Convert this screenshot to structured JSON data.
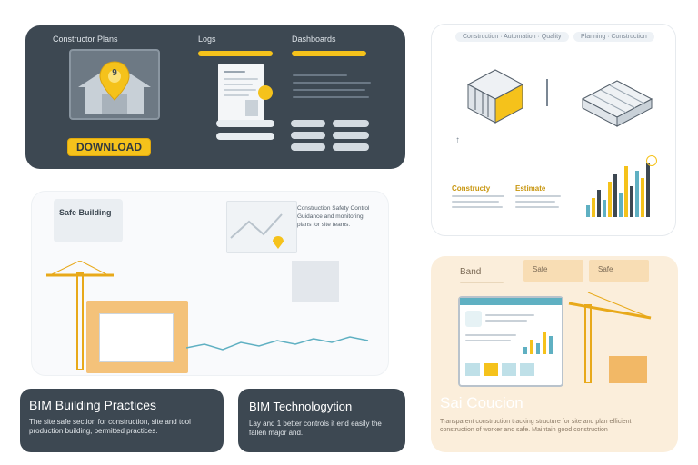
{
  "panel_top_left": {
    "title": "Constructor Plans",
    "col2": "Logs",
    "col3": "Dashboards",
    "download": "DOWNLOAD",
    "badge": "9"
  },
  "panel_top_right": {
    "chip_left": "Construction · Automation · Quality",
    "chip_right": "Planning · Construction",
    "label_a": "Constructy",
    "label_b": "Estimate"
  },
  "panel_middle": {
    "section_title": "Safe Building",
    "blurb": "Construction Safety Control Guidance and monitoring plans for site teams."
  },
  "card_bim_practices": {
    "title": "BIM Building Practices",
    "body": "The site safe section for construction, site and tool production building, permitted practices."
  },
  "card_bim_technology": {
    "title": "BIM Technologytion",
    "body": "Lay and 1 better controls it end easily the fallen major and."
  },
  "panel_bottom_right": {
    "top_label": "Band",
    "tab1": "Safe",
    "tab2": "Safe",
    "title": "Sai Coucion",
    "body": "Transparent construction tracking structure for site and plan efficient construction of worker and safe. Maintain good construction"
  },
  "colors": {
    "dark": "#3d4852",
    "accent": "#f5c21b",
    "teal": "#5fb0c2",
    "peach": "#fbeedb"
  },
  "chart_tr": {
    "values": [
      6,
      10,
      14,
      9,
      18,
      22,
      12,
      26,
      16,
      24,
      20,
      28
    ]
  },
  "chart_br": {
    "values": [
      4,
      8,
      6,
      12,
      10
    ]
  }
}
